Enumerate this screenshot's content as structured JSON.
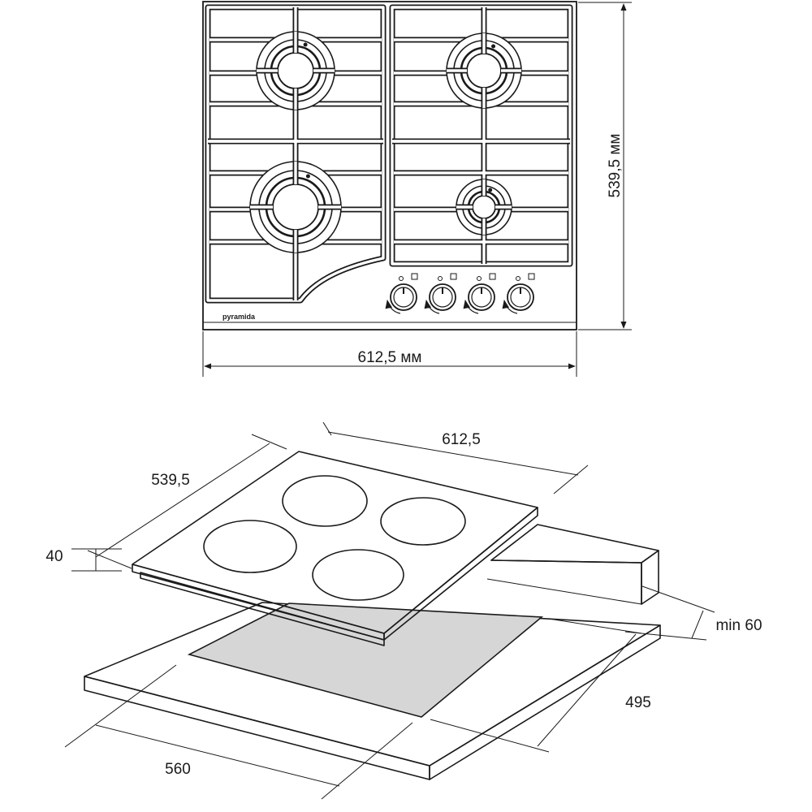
{
  "top_view": {
    "brand": "pyramida",
    "width_label": "612,5 мм",
    "height_label": "539,5 мм",
    "knob_count": 4
  },
  "install_view": {
    "width_label": "612,5",
    "depth_label": "539,5",
    "height_label": "40",
    "min_gap_label": "min 60",
    "cutout_depth_label": "495",
    "cutout_width_label": "560"
  }
}
